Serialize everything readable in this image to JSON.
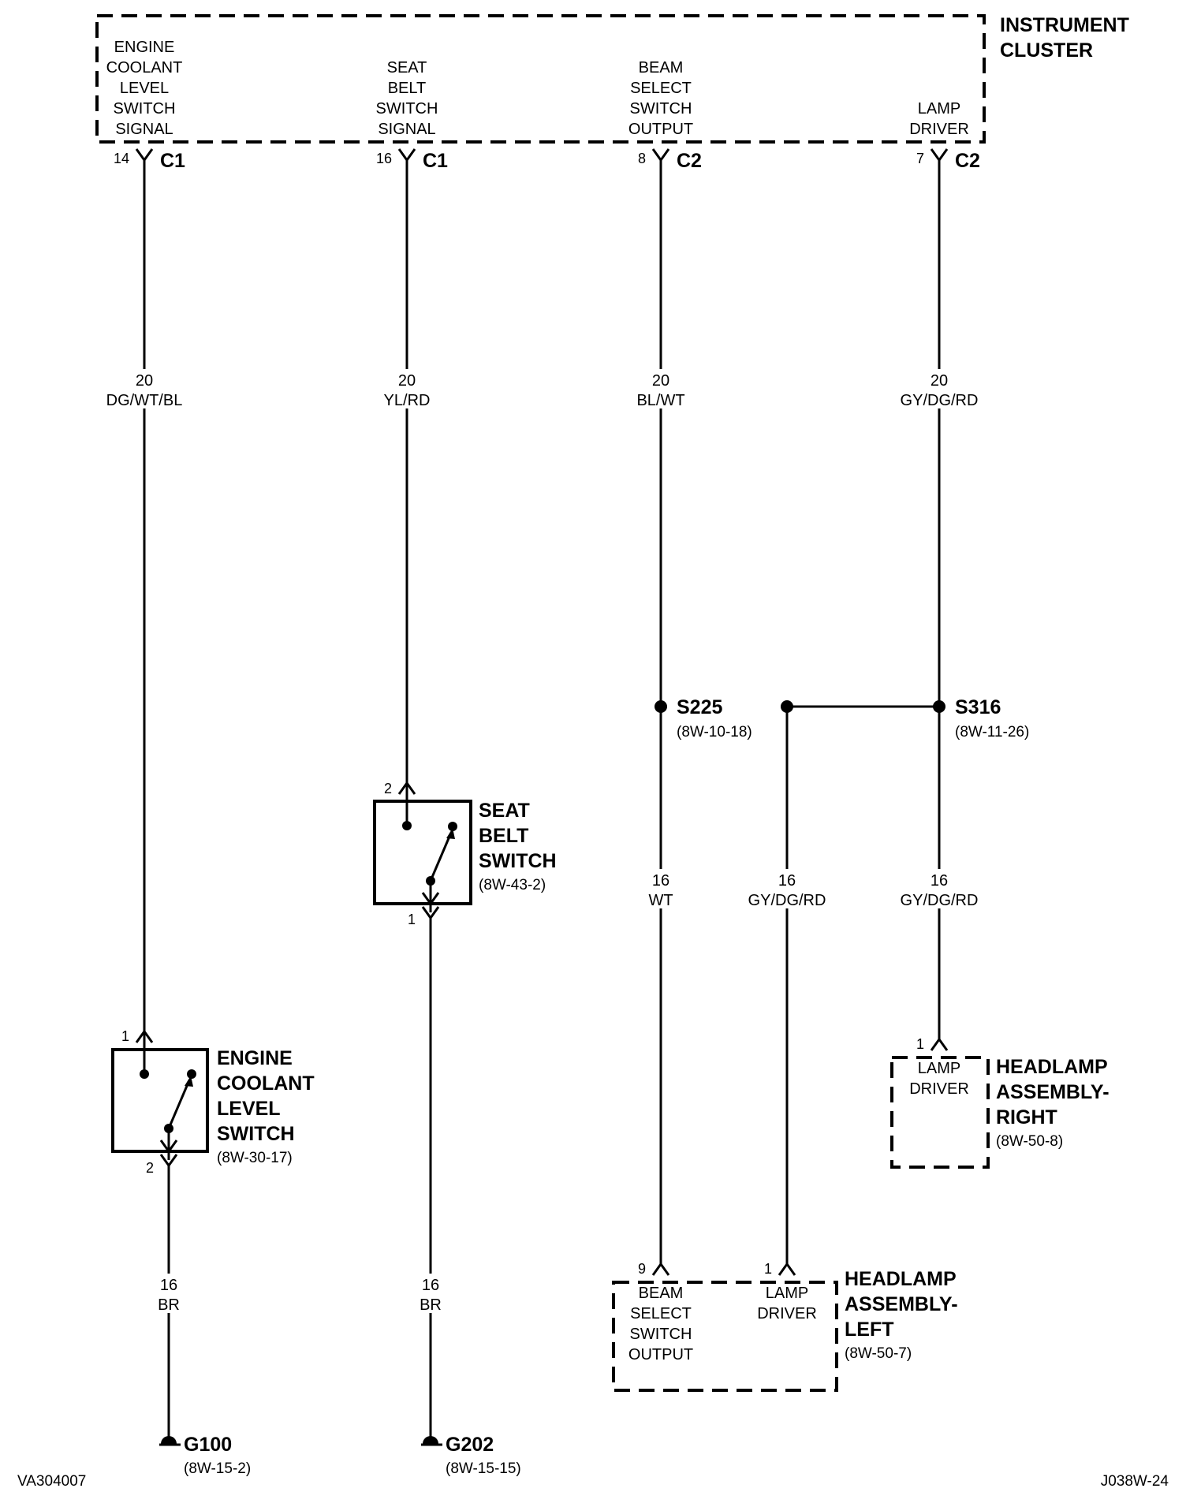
{
  "instrument_cluster": {
    "title_line1": "INSTRUMENT",
    "title_line2": "CLUSTER",
    "circuits": [
      {
        "label": [
          "ENGINE",
          "COOLANT",
          "LEVEL",
          "SWITCH",
          "SIGNAL"
        ],
        "pin": "14",
        "connector": "C1"
      },
      {
        "label": [
          "SEAT",
          "BELT",
          "SWITCH",
          "SIGNAL"
        ],
        "pin": "16",
        "connector": "C1"
      },
      {
        "label": [
          "BEAM",
          "SELECT",
          "SWITCH",
          "OUTPUT"
        ],
        "pin": "8",
        "connector": "C2"
      },
      {
        "label": [
          "LAMP",
          "DRIVER"
        ],
        "pin": "7",
        "connector": "C2"
      }
    ]
  },
  "wires": {
    "coolant_signal": {
      "gauge": "20",
      "color": "DG/WT/BL"
    },
    "seat_belt_signal": {
      "gauge": "20",
      "color": "YL/RD"
    },
    "beam_select": {
      "gauge": "20",
      "color": "BL/WT"
    },
    "lamp_driver": {
      "gauge": "20",
      "color": "GY/DG/RD"
    },
    "beam_to_left": {
      "gauge": "16",
      "color": "WT"
    },
    "lamp_to_left": {
      "gauge": "16",
      "color": "GY/DG/RD"
    },
    "lamp_to_right": {
      "gauge": "16",
      "color": "GY/DG/RD"
    },
    "coolant_ground": {
      "gauge": "16",
      "color": "BR"
    },
    "seat_belt_ground": {
      "gauge": "16",
      "color": "BR"
    }
  },
  "splices": {
    "s225": {
      "name": "S225",
      "ref": "(8W-10-18)"
    },
    "s316": {
      "name": "S316",
      "ref": "(8W-11-26)"
    }
  },
  "seat_belt_switch": {
    "name": [
      "SEAT",
      "BELT",
      "SWITCH"
    ],
    "ref": "(8W-43-2)",
    "pin_top": "2",
    "pin_bottom": "1"
  },
  "coolant_switch": {
    "name": [
      "ENGINE",
      "COOLANT",
      "LEVEL",
      "SWITCH"
    ],
    "ref": "(8W-30-17)",
    "pin_top": "1",
    "pin_bottom": "2"
  },
  "headlamp_right": {
    "name": [
      "HEADLAMP",
      "ASSEMBLY-",
      "RIGHT"
    ],
    "ref": "(8W-50-8)",
    "pin": "1",
    "inner_label": [
      "LAMP",
      "DRIVER"
    ]
  },
  "headlamp_left": {
    "name": [
      "HEADLAMP",
      "ASSEMBLY-",
      "LEFT"
    ],
    "ref": "(8W-50-7)",
    "pin_beam": "9",
    "pin_lamp": "1",
    "beam_label": [
      "BEAM",
      "SELECT",
      "SWITCH",
      "OUTPUT"
    ],
    "lamp_label": [
      "LAMP",
      "DRIVER"
    ]
  },
  "grounds": {
    "g100": {
      "name": "G100",
      "ref": "(8W-15-2)"
    },
    "g202": {
      "name": "G202",
      "ref": "(8W-15-15)"
    }
  },
  "footer": {
    "left_code": "VA304007",
    "right_code": "J038W-24"
  }
}
